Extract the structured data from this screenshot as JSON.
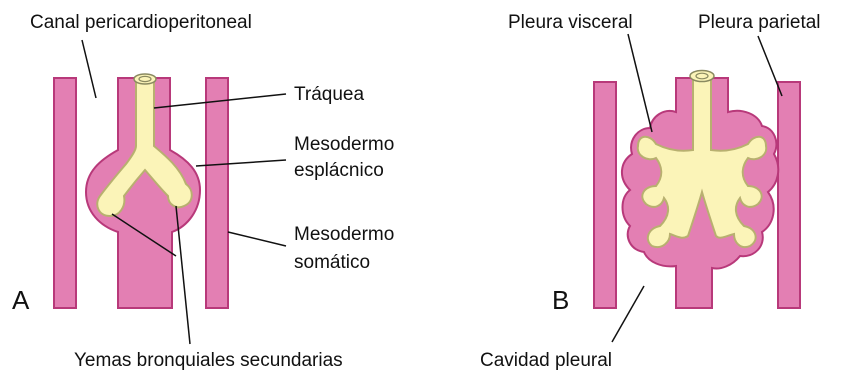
{
  "labels": {
    "canal": "Canal pericardioperitoneal",
    "traquea": "Tráquea",
    "mesodermo_esplacnico_1": "Mesodermo",
    "mesodermo_esplacnico_2": "esplácnico",
    "mesodermo_somatico_1": "Mesodermo",
    "mesodermo_somatico_2": "somático",
    "yemas": "Yemas bronquiales secundarias",
    "pleura_visceral": "Pleura visceral",
    "pleura_parietal": "Pleura parietal",
    "cavidad_pleural": "Cavidad pleural"
  },
  "panels": {
    "a": "A",
    "b": "B"
  },
  "colors": {
    "mesoderm_fill": "#e37fb3",
    "mesoderm_edge": "#b8397a",
    "endoderm_fill": "#fbf4b8",
    "endoderm_edge": "#b8b070",
    "leader_line": "#111111"
  }
}
